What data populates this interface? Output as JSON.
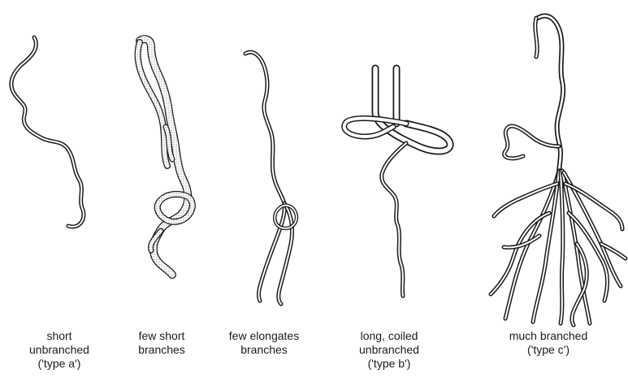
{
  "panels": [
    {
      "id": "a",
      "lines": [
        "short",
        "unbranched",
        "('type a')"
      ],
      "style": "double-line"
    },
    {
      "id": "b",
      "lines": [
        "few short",
        "branches"
      ],
      "style": "stippled"
    },
    {
      "id": "c",
      "lines": [
        "few elongates",
        "branches"
      ],
      "style": "double-line"
    },
    {
      "id": "d",
      "lines": [
        "long, coiled",
        "unbranched",
        "('type b')"
      ],
      "style": "double-line"
    },
    {
      "id": "e",
      "lines": [
        "much branched",
        "('type c')"
      ],
      "style": "double-line"
    }
  ],
  "colors": {
    "ink": "#1a1a1a",
    "stipple": "#8a8a8a",
    "background": "#ffffff"
  }
}
